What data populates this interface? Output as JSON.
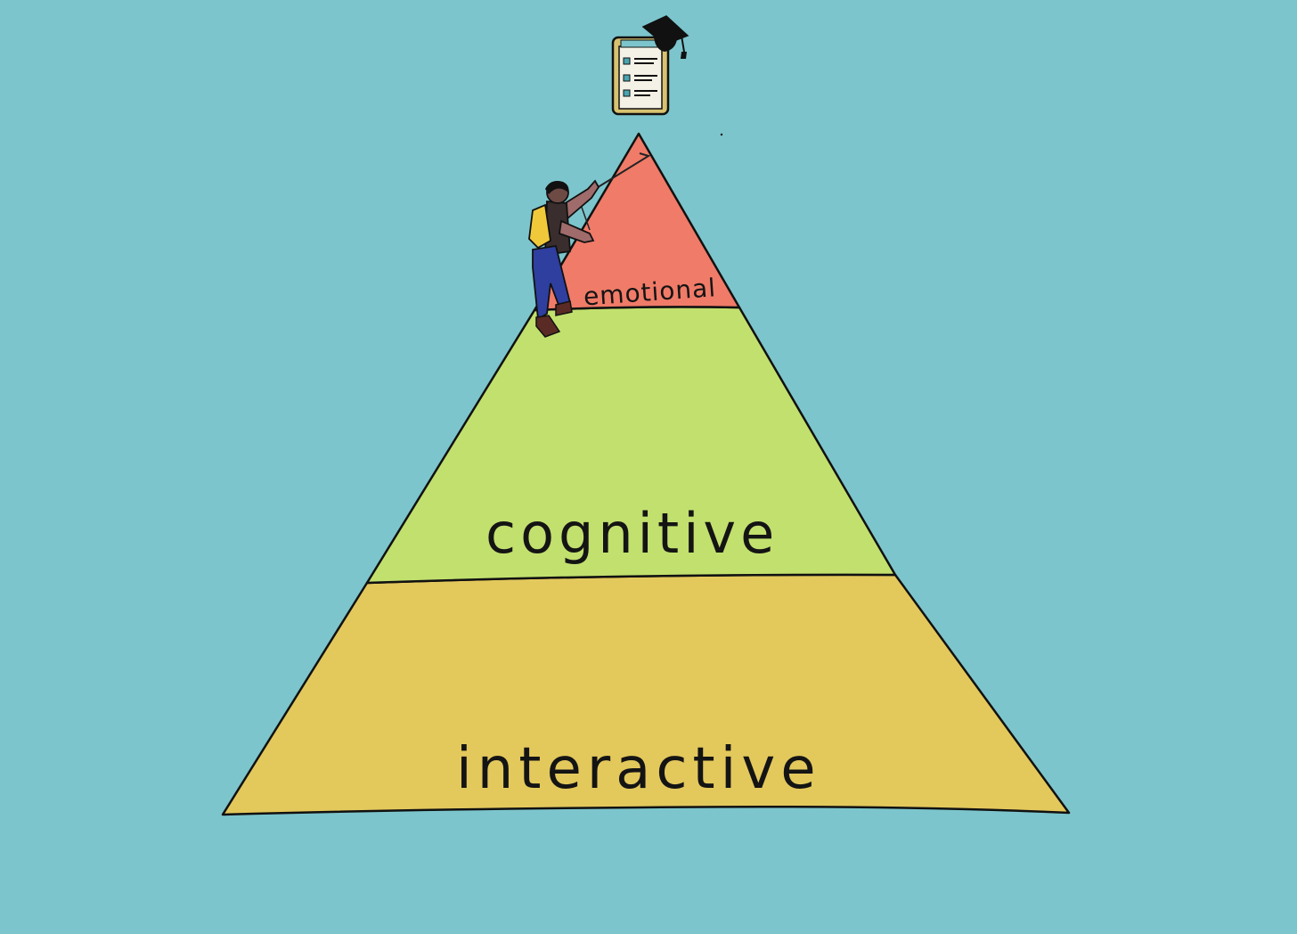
{
  "background_color": "#7cc5cc",
  "pyramid": {
    "layers": [
      {
        "label": "emotional",
        "color": "#f07b68"
      },
      {
        "label": "cognitive",
        "color": "#c2e06e"
      },
      {
        "label": "interactive",
        "color": "#e3c85c"
      }
    ]
  },
  "goal": {
    "icon": "syllabus-clipboard-icon",
    "cap_icon": "graduation-cap-icon"
  },
  "figure": {
    "icon": "climber-icon",
    "backpack_color": "#f0c93a",
    "pants_color": "#2e3fa0"
  }
}
